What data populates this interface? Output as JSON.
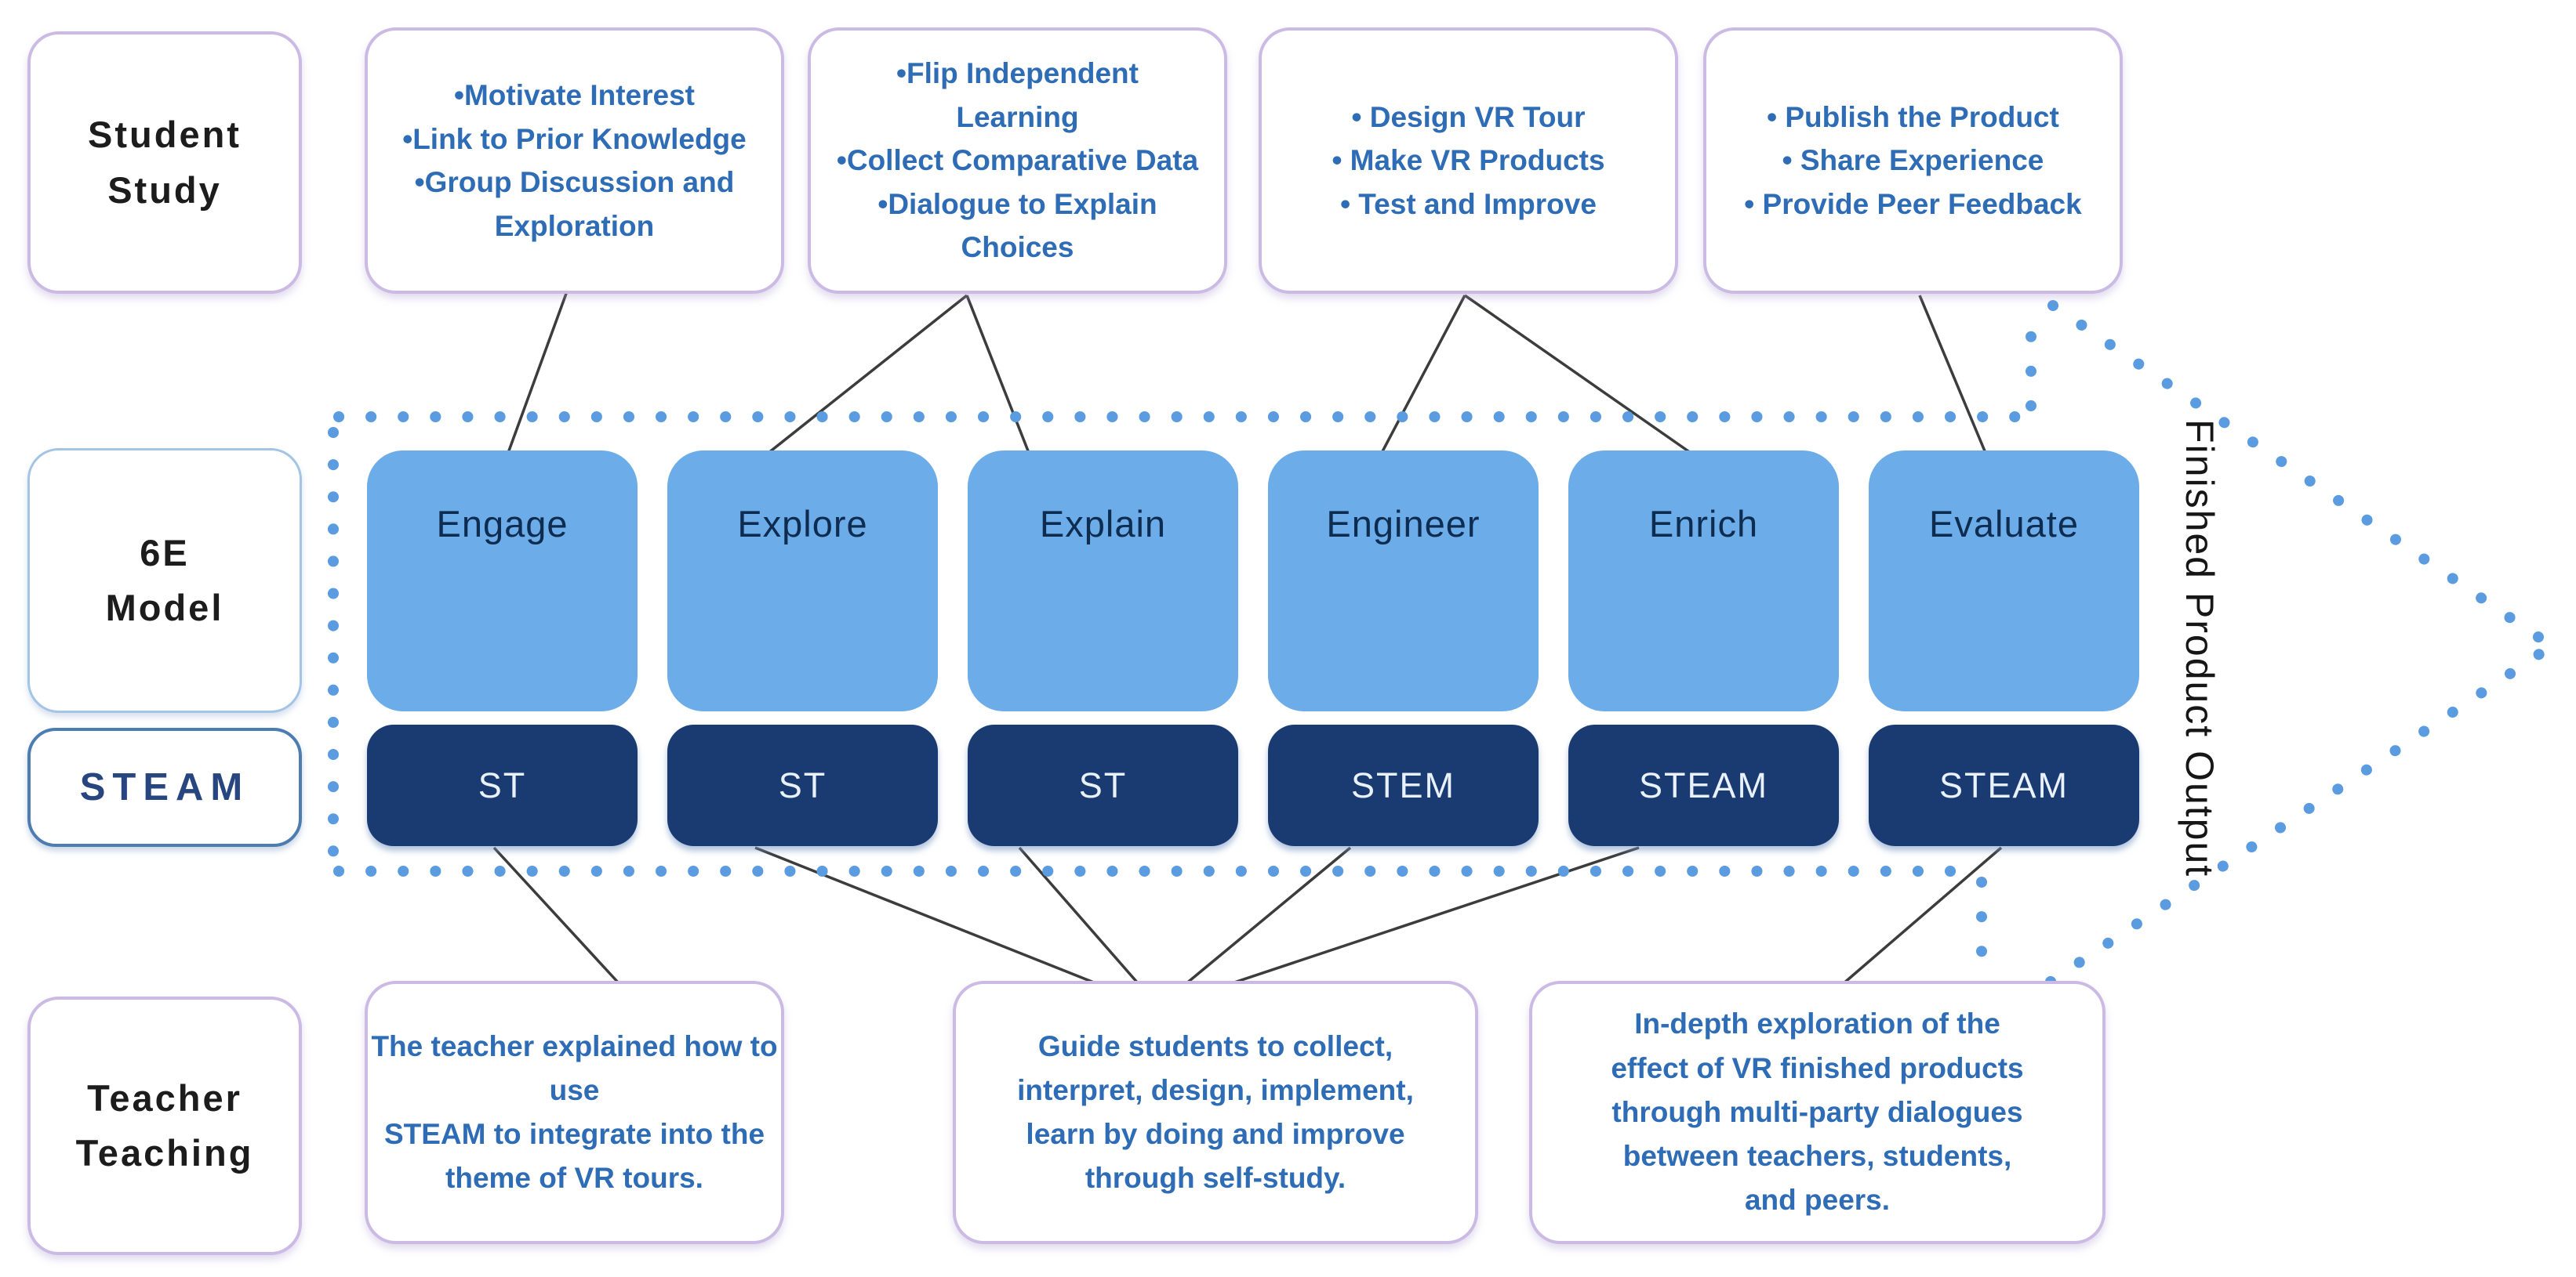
{
  "colors": {
    "stage_fill": "#6CACE9",
    "steam_fill": "#1A3A72",
    "dot_blue": "#5B9BE0",
    "lavender_border": "#CBBAE4",
    "light_blue_border": "#A3C4E4",
    "steel_border": "#4C7CB0",
    "bullet_text_blue": "#2E6CB5",
    "stage_text_navy": "#0E2B50",
    "connector_line": "#3C3C3C"
  },
  "left_labels": {
    "student_study": "Student\nStudy",
    "model": "6E\nModel",
    "steam": "STEAM",
    "teacher_teaching": "Teacher\nTeaching"
  },
  "student_study_boxes": [
    {
      "items": [
        "•Motivate Interest",
        "•Link to Prior Knowledge",
        "•Group Discussion and\nExploration"
      ]
    },
    {
      "items": [
        "•Flip Independent\nLearning",
        "•Collect Comparative Data",
        "•Dialogue to Explain\nChoices"
      ]
    },
    {
      "items": [
        "• Design VR Tour",
        "• Make VR Products",
        "• Test and Improve"
      ]
    },
    {
      "items": [
        "• Publish the Product",
        "• Share Experience",
        "• Provide Peer Feedback"
      ]
    }
  ],
  "stages": [
    {
      "name": "Engage",
      "steam": "ST"
    },
    {
      "name": "Explore",
      "steam": "ST"
    },
    {
      "name": "Explain",
      "steam": "ST"
    },
    {
      "name": "Engineer",
      "steam": "STEM"
    },
    {
      "name": "Enrich",
      "steam": "STEAM"
    },
    {
      "name": "Evaluate",
      "steam": "STEAM"
    }
  ],
  "teacher_teaching_boxes": [
    {
      "text": "The teacher explained how to use\nSTEAM to integrate into the\ntheme of VR tours."
    },
    {
      "text": "Guide students to collect,\ninterpret, design, implement,\nlearn by doing and improve\nthrough self-study."
    },
    {
      "text": "In-depth exploration of the\neffect of VR finished products\nthrough multi-party dialogues\nbetween teachers, students,\nand peers."
    }
  ],
  "arrow_label": "Finished Product Output"
}
